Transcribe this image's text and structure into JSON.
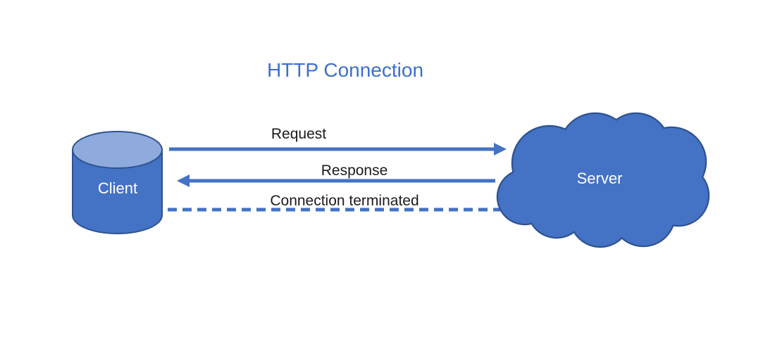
{
  "title": {
    "text": "HTTP Connection",
    "color": "#3B70CC"
  },
  "nodes": {
    "client": {
      "label": "Client",
      "shape": "cylinder"
    },
    "server": {
      "label": "Server",
      "shape": "cloud"
    }
  },
  "connections": [
    {
      "label": "Request",
      "from": "client",
      "to": "server",
      "style": "solid-arrow-right"
    },
    {
      "label": "Response",
      "from": "server",
      "to": "client",
      "style": "solid-arrow-left"
    },
    {
      "label": "Connection terminated",
      "from": "client",
      "to": "server",
      "style": "dashed-no-arrow"
    }
  ],
  "colors": {
    "shape_fill": "#4472C4",
    "shape_outline": "#2F528F",
    "cylinder_top": "#8FAADC",
    "arrow": "#4472C4",
    "label_text": "#1b1b1d",
    "node_text": "#ffffff",
    "background": "#ffffff"
  }
}
